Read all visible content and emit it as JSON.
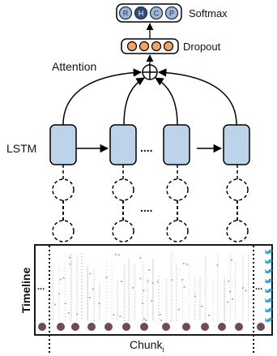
{
  "labels": {
    "softmax": "Softmax",
    "dropout": "Dropout",
    "attention": "Attention",
    "lstm": "LSTM",
    "timeline": "Timeline",
    "chunk": "Chunk",
    "chunk_subscript": "i",
    "ellipsis": "....",
    "timeline_ellipsis": "..."
  },
  "softmax_nodes": [
    "R",
    "H",
    "C",
    "P"
  ],
  "dropout_node_count": 4,
  "lstm_cell_count": 4,
  "colors": {
    "lstm_fill": "#bcd3ea",
    "softmax_node_fill": "#9fb8d6",
    "softmax_node_highlight": "#2f4f7a",
    "dropout_node_fill": "#f4a460",
    "timeline_dot": "#5a2a35",
    "twitter_icon": "#29a9e0"
  },
  "icons": [
    "plus-circle-icon",
    "twitter-bird-icon"
  ]
}
